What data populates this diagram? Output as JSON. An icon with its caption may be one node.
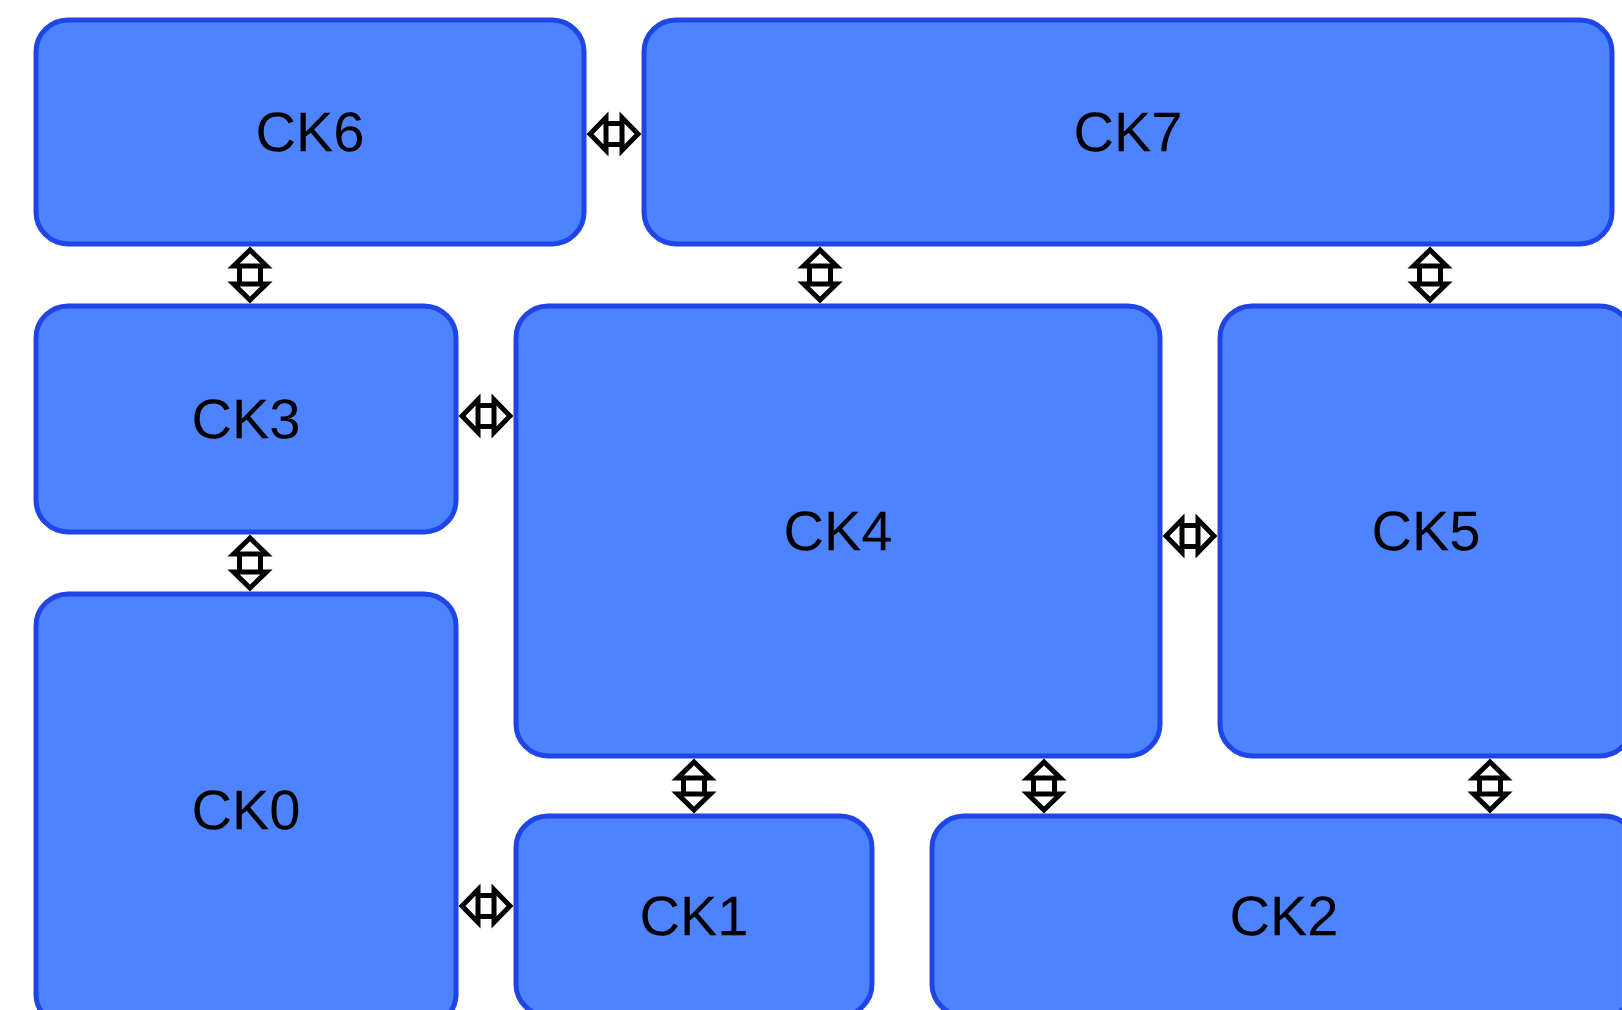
{
  "diagram": {
    "nodes": [
      {
        "text": [
          "CK6"
        ]
      },
      {
        "text": [
          "CK7"
        ]
      },
      {
        "text": [
          "CK3"
        ]
      },
      {
        "text": [
          "CK4"
        ]
      },
      {
        "text": [
          "CK5"
        ]
      },
      {
        "text": [
          "CK0"
        ]
      },
      {
        "text": [
          "CK1"
        ]
      },
      {
        "text": [
          "CK2"
        ]
      }
    ],
    "edges": [
      {
        "from": 0,
        "to": 1,
        "arrow": "both"
      },
      {
        "from": 0,
        "to": 2,
        "arrow": "both"
      },
      {
        "from": 1,
        "to": 3,
        "arrow": "both"
      },
      {
        "from": 1,
        "to": 4,
        "arrow": "both"
      },
      {
        "from": 2,
        "to": 3,
        "arrow": "both"
      },
      {
        "from": 2,
        "to": 5,
        "arrow": "both"
      },
      {
        "from": 3,
        "to": 4,
        "arrow": "both"
      },
      {
        "from": 3,
        "to": 6,
        "arrow": "both"
      },
      {
        "from": 3,
        "to": 7,
        "arrow": "both"
      },
      {
        "from": 4,
        "to": 7,
        "arrow": "both"
      },
      {
        "from": 5,
        "to": 6,
        "arrow": "both"
      }
    ]
  }
}
